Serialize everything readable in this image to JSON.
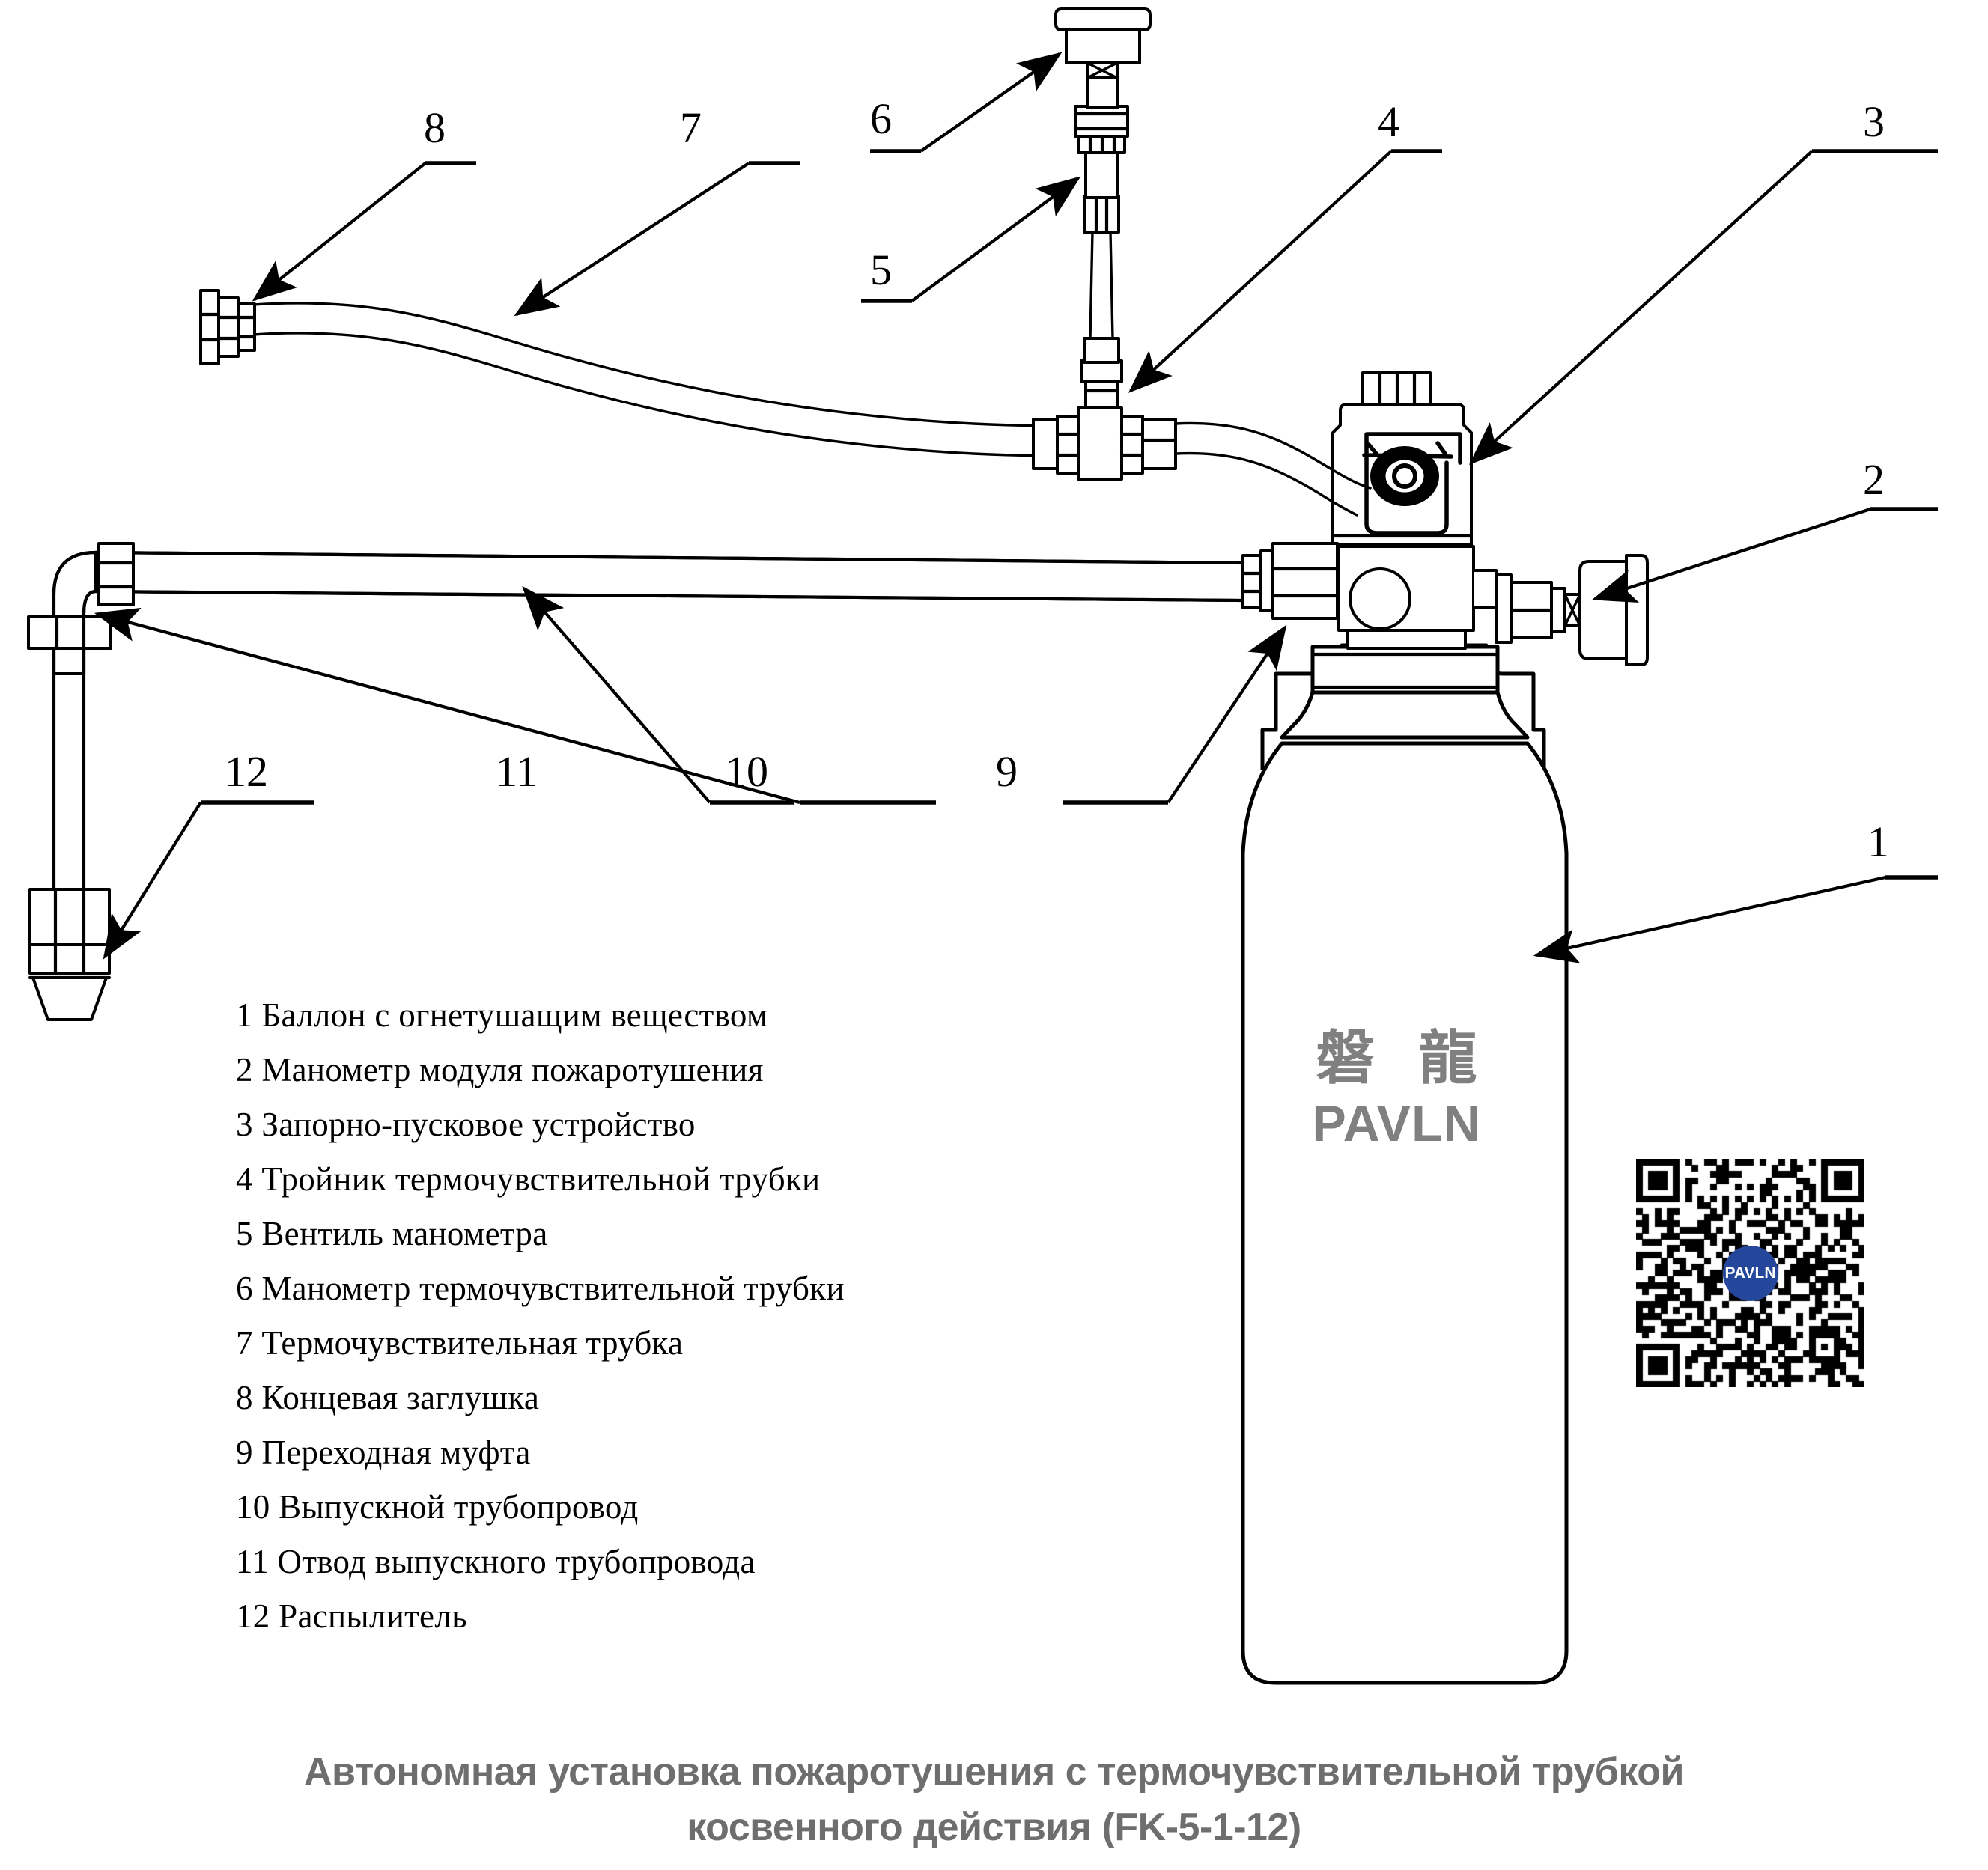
{
  "caption": {
    "line1": "Автономная установка пожаротушения с термочувствительной трубкой",
    "line2": "косвенного действия (FK-5-1-12)",
    "color": "#6e6e6e"
  },
  "legend": {
    "items": [
      {
        "num": "1",
        "label": "Баллон с огнетушащим веществом"
      },
      {
        "num": "2",
        "label": "Манометр модуля пожаротушения"
      },
      {
        "num": "3",
        "label": "Запорно-пусковое устройство"
      },
      {
        "num": "4",
        "label": "Тройник термочувствительной трубки"
      },
      {
        "num": "5",
        "label": "Вентиль манометра"
      },
      {
        "num": "6",
        "label": "Манометр термочувствительной трубки"
      },
      {
        "num": "7",
        "label": "Термочувствительная трубка"
      },
      {
        "num": "8",
        "label": "Концевая заглушка"
      },
      {
        "num": "9",
        "label": "Переходная муфта"
      },
      {
        "num": "10",
        "label": "Выпускной трубопровод"
      },
      {
        "num": "11",
        "label": "Отвод выпускного трубопровода"
      },
      {
        "num": "12",
        "label": "Распылитель"
      }
    ]
  },
  "callouts": [
    {
      "id": "1",
      "text": "1"
    },
    {
      "id": "2",
      "text": "2"
    },
    {
      "id": "3",
      "text": "3"
    },
    {
      "id": "4",
      "text": "4"
    },
    {
      "id": "5",
      "text": "5"
    },
    {
      "id": "6",
      "text": "6"
    },
    {
      "id": "7",
      "text": "7"
    },
    {
      "id": "8",
      "text": "8"
    },
    {
      "id": "9",
      "text": "9"
    },
    {
      "id": "10",
      "text": "10"
    },
    {
      "id": "11",
      "text": "11"
    },
    {
      "id": "12",
      "text": "12"
    }
  ],
  "cylinder_logo": {
    "cjk": "磐 龍",
    "latin": "PAVLN",
    "color": "#808080"
  },
  "qr_code": {
    "center_label": "PAVLN",
    "center_color": "#25479b",
    "module_color": "#000000"
  },
  "drawing": {
    "line_color": "#000000",
    "fill_color": "#ffffff",
    "parts": [
      "cylinder",
      "valve-body",
      "pressure-gauge-module",
      "thermo-tube",
      "thermo-tube-gauge",
      "gauge-valve",
      "tee-fitting",
      "end-cap",
      "adapter-coupling",
      "discharge-pipe",
      "discharge-elbow",
      "sprinkler-nozzle"
    ]
  }
}
